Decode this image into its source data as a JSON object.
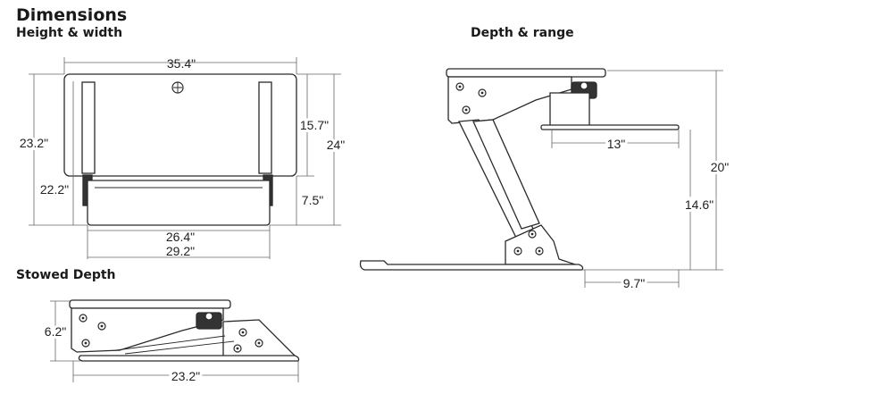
{
  "headings": {
    "main": "Dimensions",
    "front": "Height & width",
    "side": "Depth & range",
    "stowed": "Stowed Depth"
  },
  "front_view": {
    "width_total": "35.4\"",
    "height_board": "15.7\"",
    "height_total": "24\"",
    "height_left": "23.2\"",
    "height_lower": "22.2\"",
    "height_keyboard": "7.5\"",
    "width_keyboard": "26.4\"",
    "width_base": "29.2\""
  },
  "side_view": {
    "keyboard_depth": "13\"",
    "max_height": "20\"",
    "keyboard_height": "14.6\"",
    "base_offset": "9.7\""
  },
  "stowed_view": {
    "height": "6.2\"",
    "depth": "23.2\""
  }
}
